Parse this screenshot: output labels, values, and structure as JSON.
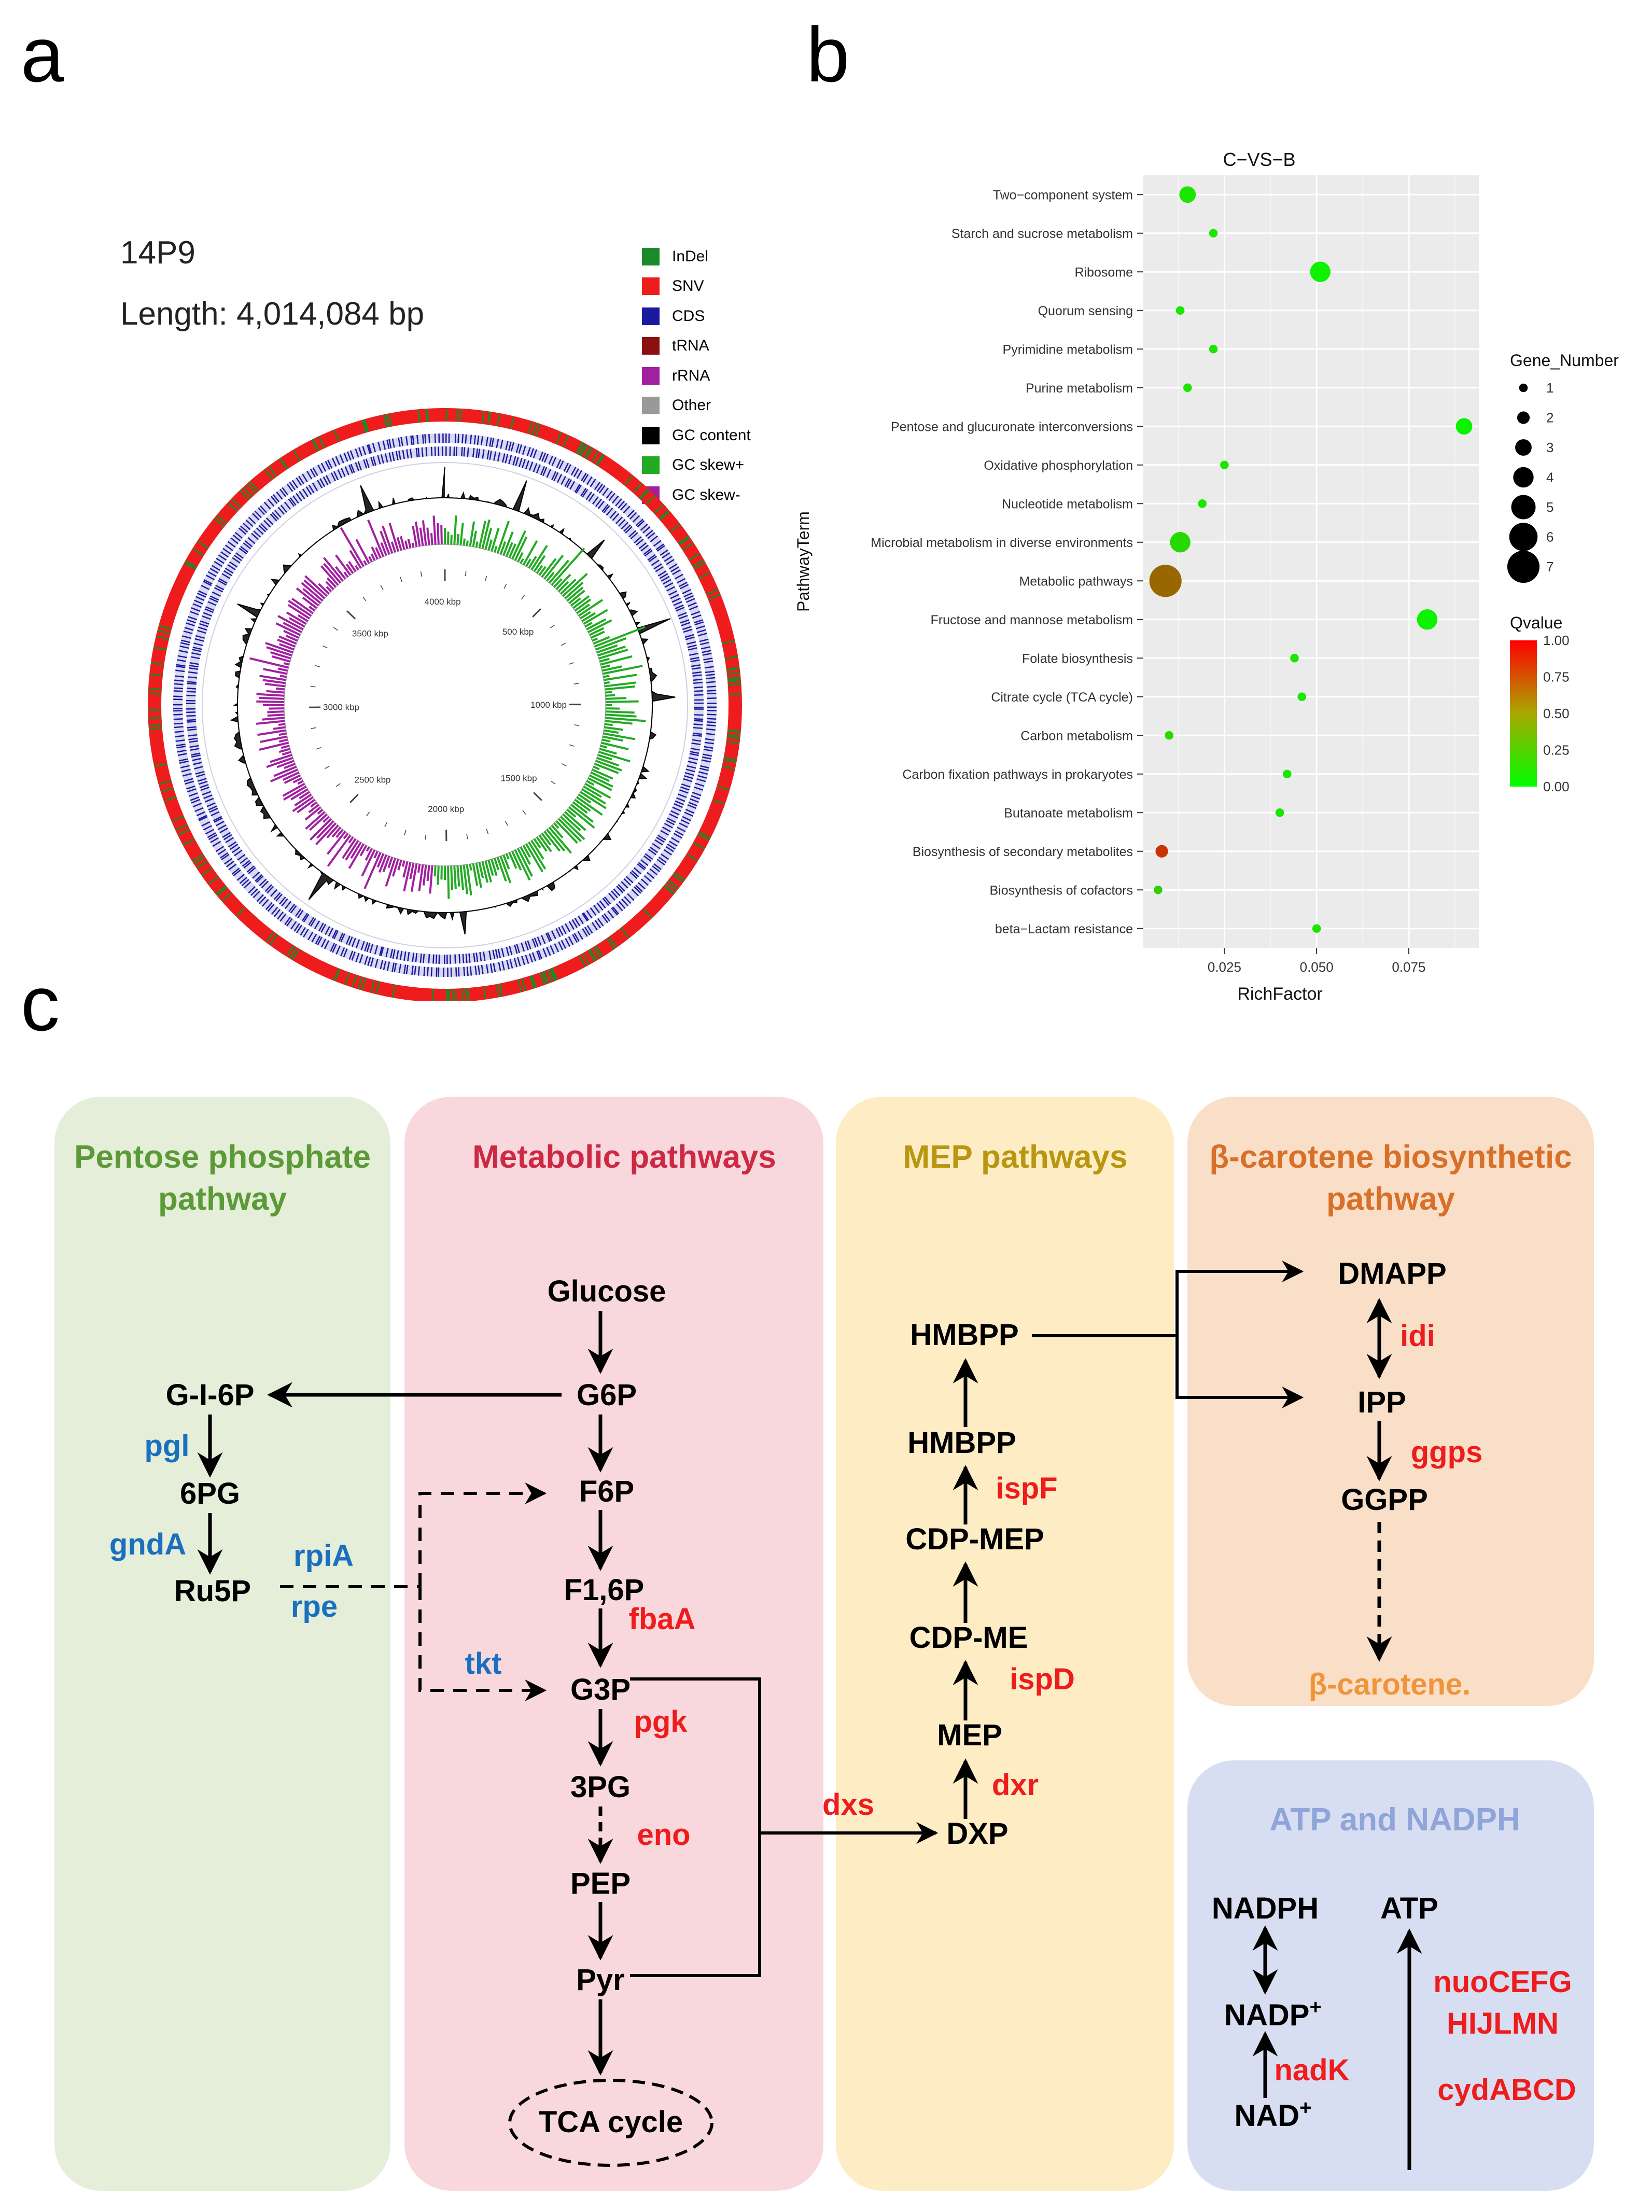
{
  "panel_labels": {
    "a": "a",
    "b": "b",
    "c": "c"
  },
  "panel_a": {
    "genome_name": "14P9",
    "length_text": "Length: 4,014,084 bp",
    "legend": [
      {
        "label": "InDel",
        "color": "#1a8a2a"
      },
      {
        "label": "SNV",
        "color": "#ee1c1c"
      },
      {
        "label": "CDS",
        "color": "#1a1aa0"
      },
      {
        "label": "tRNA",
        "color": "#8b1010"
      },
      {
        "label": "rRNA",
        "color": "#a020a0"
      },
      {
        "label": "Other",
        "color": "#999999"
      },
      {
        "label": "GC content",
        "color": "#000000"
      },
      {
        "label": "GC skew+",
        "color": "#22aa22"
      },
      {
        "label": "GC skew-",
        "color": "#a020a0"
      }
    ],
    "kbp_labels": [
      "4000 kbp",
      "500 kbp",
      "1000 kbp",
      "1500 kbp",
      "2000 kbp",
      "2500 kbp",
      "3000 kbp",
      "3500 kbp"
    ]
  },
  "chart_data": {
    "type": "scatter",
    "title": "C−VS−B",
    "xlabel": "RichFactor",
    "ylabel": "PathwayTerm",
    "xlim": [
      0.003,
      0.094
    ],
    "x_ticks": [
      0.025,
      0.05,
      0.075
    ],
    "x_tick_labels": [
      "0.025",
      "0.050",
      "0.075"
    ],
    "grid": true,
    "categories": [
      "Two−component system",
      "Starch and sucrose metabolism",
      "Ribosome",
      "Quorum sensing",
      "Pyrimidine metabolism",
      "Purine metabolism",
      "Pentose and glucuronate interconversions",
      "Oxidative phosphorylation",
      "Nucleotide metabolism",
      "Microbial metabolism in diverse environments",
      "Metabolic pathways",
      "Fructose and mannose metabolism",
      "Folate biosynthesis",
      "Citrate cycle (TCA cycle)",
      "Carbon metabolism",
      "Carbon fixation pathways in prokaryotes",
      "Butanoate metabolism",
      "Biosynthesis of secondary metabolites",
      "Biosynthesis of cofactors",
      "beta−Lactam resistance"
    ],
    "rich_factor": [
      0.015,
      0.022,
      0.051,
      0.013,
      0.022,
      0.015,
      0.09,
      0.025,
      0.019,
      0.013,
      0.009,
      0.08,
      0.044,
      0.046,
      0.01,
      0.042,
      0.04,
      0.008,
      0.007,
      0.05
    ],
    "gene_number": [
      3,
      1,
      4,
      1,
      1,
      1,
      3,
      1,
      1,
      4,
      7,
      4,
      1,
      1,
      1,
      1,
      1,
      2,
      1,
      1
    ],
    "qvalue": [
      0.1,
      0.1,
      0.05,
      0.1,
      0.1,
      0.1,
      0.05,
      0.1,
      0.1,
      0.15,
      0.6,
      0.05,
      0.1,
      0.1,
      0.15,
      0.1,
      0.1,
      0.8,
      0.2,
      0.1
    ],
    "size_legend": {
      "title": "Gene_Number",
      "levels": [
        "1",
        "2",
        "3",
        "4",
        "5",
        "6",
        "7"
      ]
    },
    "color_legend": {
      "title": "Qvalue",
      "ticks": [
        "1.00",
        "0.75",
        "0.50",
        "0.25",
        "0.00"
      ],
      "colors": [
        "#ff0000",
        "#00ff00"
      ]
    },
    "legend_position": "right"
  },
  "panel_c": {
    "pentose": {
      "title": "Pentose phosphate pathway",
      "nodes": {
        "gi6p": "G-I-6P",
        "pg6": "6PG",
        "ru5p": "Ru5P"
      },
      "enzymes": {
        "pgl": "pgl",
        "gnda": "gndA",
        "rpia": "rpiA",
        "rpe": "rpe"
      }
    },
    "metabolic": {
      "title": "Metabolic pathways",
      "nodes": {
        "glucose": "Glucose",
        "g6p": "G6P",
        "f6p": "F6P",
        "f16p": "F1,6P",
        "g3p": "G3P",
        "pg3": "3PG",
        "pep": "PEP",
        "pyr": "Pyr",
        "tca": "TCA cycle"
      },
      "enzymes": {
        "tkt": "tkt",
        "fbaa": "fbaA",
        "pgk": "pgk",
        "eno": "eno",
        "dxs": "dxs"
      }
    },
    "mep": {
      "title": "MEP pathways",
      "nodes": {
        "hmbpp_top": "HMBPP",
        "hmbpp": "HMBPP",
        "cdpmep": "CDP-MEP",
        "cdpme": "CDP-ME",
        "mep": "MEP",
        "dxp": "DXP"
      },
      "enzymes": {
        "ispf": "ispF",
        "ispd": "ispD",
        "dxr": "dxr"
      }
    },
    "carotene": {
      "title": "β-carotene biosynthetic pathway",
      "nodes": {
        "dmapp": "DMAPP",
        "ipp": "IPP",
        "ggpp": "GGPP",
        "carotene": "β-carotene."
      },
      "enzymes": {
        "idi": "idi",
        "ggps": "ggps"
      }
    },
    "atp": {
      "title": "ATP and NADPH",
      "nodes": {
        "nadph": "NADPH",
        "nadp": "NADP",
        "nad": "NAD",
        "atp": "ATP"
      },
      "superscript_plus": "+",
      "enzymes": {
        "nadk": "nadK",
        "nuo1": "nuoCEFG",
        "nuo2": "HIJLMN",
        "cyd": "cydABCD"
      }
    },
    "colors": {
      "pentose_bg": "#e4eed8",
      "pentose_title": "#5c9a38",
      "metabolic_bg": "#f8d8dc",
      "metabolic_title": "#cc2a44",
      "mep_bg": "#fdecc4",
      "mep_title": "#b8960e",
      "carotene_bg": "#f9dfc8",
      "carotene_title": "#d8702a",
      "atp_bg": "#d8def2",
      "atp_title": "#8fa4d8",
      "enzyme_red": "#ee1c1c",
      "enzyme_blue": "#1a6fbe",
      "carotene_text": "#f0943a"
    }
  }
}
